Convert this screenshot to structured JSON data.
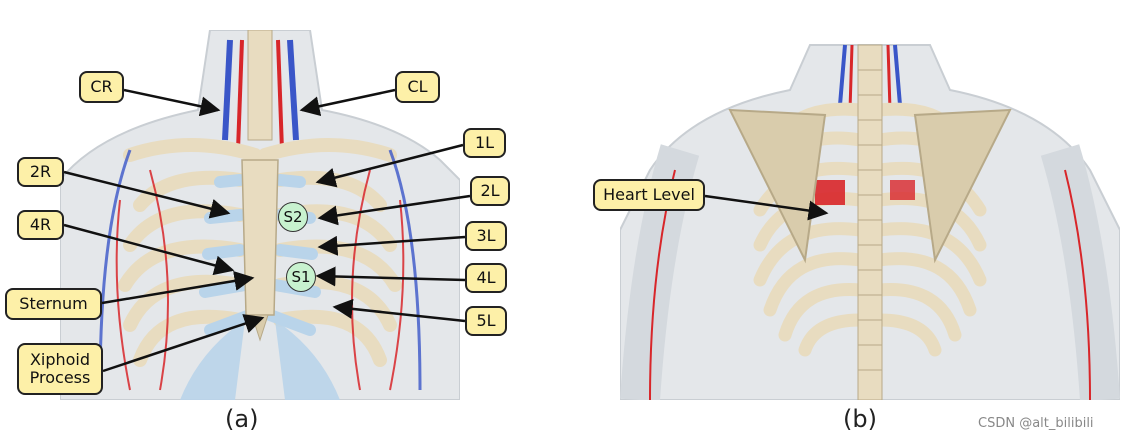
{
  "panel_a": {
    "labels": {
      "cr": "CR",
      "cl": "CL",
      "l1": "1L",
      "r2": "2R",
      "l2": "2L",
      "r4": "4R",
      "l3": "3L",
      "l4": "4L",
      "sternum": "Sternum",
      "l5": "5L",
      "xiphoid": "Xiphoid\nProcess"
    },
    "markers": {
      "s2": "S2",
      "s1": "S1"
    },
    "caption": "(a)"
  },
  "panel_b": {
    "labels": {
      "heart": "Heart Level"
    },
    "caption": "(b)"
  },
  "watermark": "CSDN @alt_bilibili",
  "colors": {
    "label_fill": "#fdf0a8",
    "marker_fill": "#c8f2cf",
    "bone": "#e8dcc0",
    "cartilage": "#b9d4ea",
    "artery": "#d8262a",
    "vein": "#3a56c8",
    "skin": "#e4e7ea"
  }
}
